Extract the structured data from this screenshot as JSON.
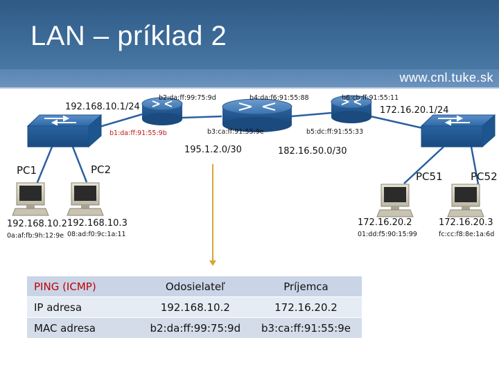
{
  "slide": {
    "title": "LAN – príklad 2",
    "website": "www.cnl.tuke.sk"
  },
  "colors": {
    "header_blue": "#2f5a86",
    "link_blue": "#2a5fa0",
    "arrow_gold": "#d6a630",
    "table_header": "#c9d4e7",
    "red_text": "#c00000"
  },
  "diagram": {
    "devices": {
      "switch_left": "switch-icon",
      "router_left": "router-icon",
      "router_middle": "router-icon",
      "router_right": "router-icon",
      "switch_right": "switch-icon",
      "pcs": [
        "PC1",
        "PC2",
        "PC51",
        "PC52"
      ]
    },
    "labels": {
      "net_left_gw": "192.168.10.1/24",
      "mac_b1": "b1:da:ff:91:55:9b",
      "mac_b2": "b2:da:ff:99:75:9d",
      "net_link1": "195.1.2.0/30",
      "mac_b3": "b3:ca:ff:91:55:9e",
      "mac_b4": "b4:da:f6:91:55:88",
      "net_link2": "182.16.50.0/30",
      "mac_b5": "b5:dc:ff:91:55:33",
      "mac_b6": "b6:cb:ff:91:55:11",
      "net_right_gw": "172.16.20.1/24",
      "pc1_name": "PC1",
      "pc2_name": "PC2",
      "pc51_name": "PC51",
      "pc52_name": "PC52",
      "pc1_ip": "192.168.10.2",
      "pc2_ip": "192.168.10.3",
      "pc1_mac": "0a:af:fb:9h:12:9e",
      "pc2_mac": "08:ad:f0:9c:1a:11",
      "pc51_ip": "172.16.20.2",
      "pc52_ip": "172.16.20.3",
      "pc51_mac": "01:dd:f5:90:15:99",
      "pc52_mac": "fc:cc:f8:8e:1a:6d"
    }
  },
  "ping_table": {
    "headers": [
      "PING (ICMP)",
      "Odosielateľ",
      "Príjemca"
    ],
    "rows": [
      {
        "label": "IP adresa",
        "sender": "192.168.10.2",
        "receiver": "172.16.20.2"
      },
      {
        "label": "MAC adresa",
        "sender": "b2:da:ff:99:75:9d",
        "receiver": "b3:ca:ff:91:55:9e"
      }
    ]
  }
}
